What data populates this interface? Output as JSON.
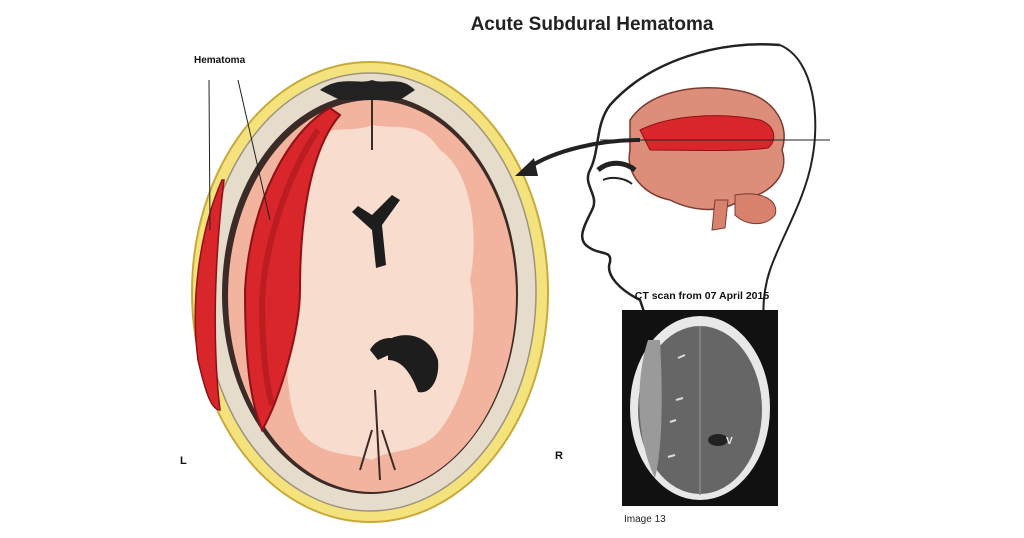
{
  "title": "Acute Subdural Hematoma",
  "labels": {
    "hematoma": "Hematoma",
    "left": "L",
    "right": "R"
  },
  "ct": {
    "title": "CT scan from 07 April 2015",
    "caption": "Image 13",
    "marker": "V"
  },
  "colors": {
    "hematoma": "#d8262b",
    "brain": "#f2b8a2",
    "white_matter": "#f8dccd",
    "skull": "#e4dccb",
    "scalp": "#f3e07a"
  }
}
